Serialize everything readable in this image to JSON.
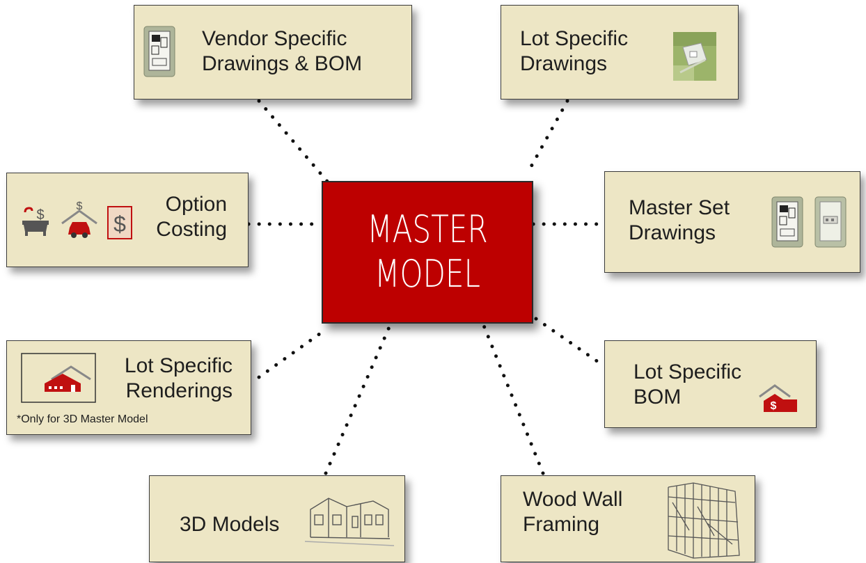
{
  "center": {
    "line1": "MASTER",
    "line2": "MODEL"
  },
  "nodes": {
    "vendor": {
      "line1": "Vendor Specific",
      "line2": "Drawings & BOM"
    },
    "lot_draw": {
      "line1": "Lot Specific",
      "line2": "Drawings"
    },
    "option": {
      "line1": "Option",
      "line2": "Costing"
    },
    "master_set": {
      "line1": "Master Set",
      "line2": "Drawings"
    },
    "renderings": {
      "line1": "Lot Specific",
      "line2": "Renderings",
      "note": "*Only for 3D Master Model"
    },
    "lot_bom": {
      "line1": "Lot Specific",
      "line2": "BOM"
    },
    "models3d": {
      "line1": "3D Models"
    },
    "framing": {
      "line1": "Wood Wall",
      "line2": "Framing"
    }
  },
  "icons": {
    "vendor": "floorplan-sheet-icon",
    "lot_draw": "site-plan-photo-icon",
    "option_1": "bathtub-dollar-icon",
    "option_2": "garage-car-dollar-icon",
    "option_3": "dollar-tag-icon",
    "master_set_1": "floorplan-sheet-icon",
    "master_set_2": "elevation-sheet-icon",
    "renderings": "house-rendering-icon",
    "lot_bom": "house-dollar-icon",
    "models3d": "wireframe-house-icon",
    "framing": "wall-framing-icon"
  },
  "colors": {
    "box_fill": "#ede6c5",
    "center_fill": "#bd0000",
    "accent_red": "#c01010"
  }
}
